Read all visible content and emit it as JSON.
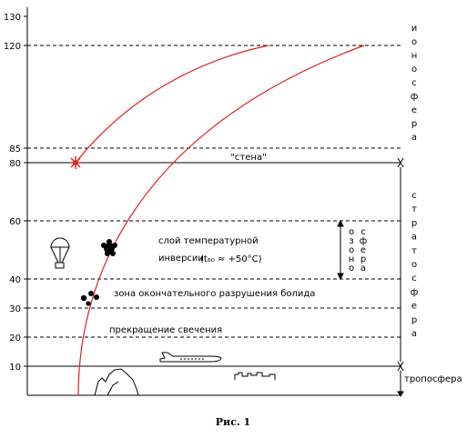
{
  "axis": {
    "ticks": [
      "130",
      "120",
      "85",
      "80",
      "60",
      "40",
      "30",
      "20",
      "10"
    ]
  },
  "labels": {
    "wall": "\"стена\"",
    "inversion_line1": "слой температурной",
    "inversion_line2": "инверсии",
    "inversion_formula": "(t₆₀ ≈ +50°C)",
    "destruction": "зона окончательного разрушения болида",
    "glow_end": "прекращение свечения",
    "troposphere": "тропосфера",
    "caption": "Рис. 1"
  },
  "vertical_labels": {
    "ionosphere": [
      "и",
      "о",
      "н",
      "о",
      "с",
      "ф",
      "е",
      "р",
      "а"
    ],
    "stratosphere": [
      "с",
      "т",
      "р",
      "а",
      "т",
      "о",
      "с",
      "ф",
      "е",
      "р",
      "а"
    ],
    "ozonosphere_col1": [
      "о",
      "з",
      "о",
      "н",
      "о"
    ],
    "ozonosphere_col2": [
      "с",
      "ф",
      "е",
      "р",
      "а"
    ]
  },
  "colors": {
    "trajectory": "#e02020",
    "lines": "#000000"
  },
  "icons": [
    "parachute-icon",
    "meteor-fragment-icon",
    "debris-icon",
    "airplane-icon",
    "mountain-icon",
    "city-skyline-icon",
    "red-star-icon"
  ]
}
